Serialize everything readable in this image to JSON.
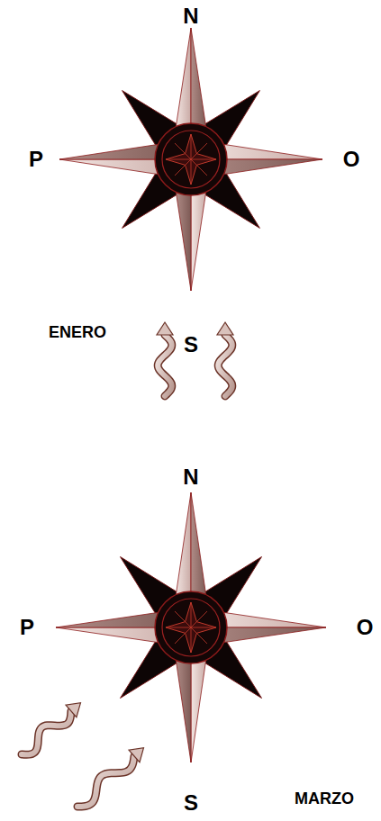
{
  "diagram": {
    "labels": [
      "N",
      "P",
      "O",
      "ENERO",
      "S",
      "N",
      "P",
      "O",
      "S",
      "MARZO"
    ]
  }
}
